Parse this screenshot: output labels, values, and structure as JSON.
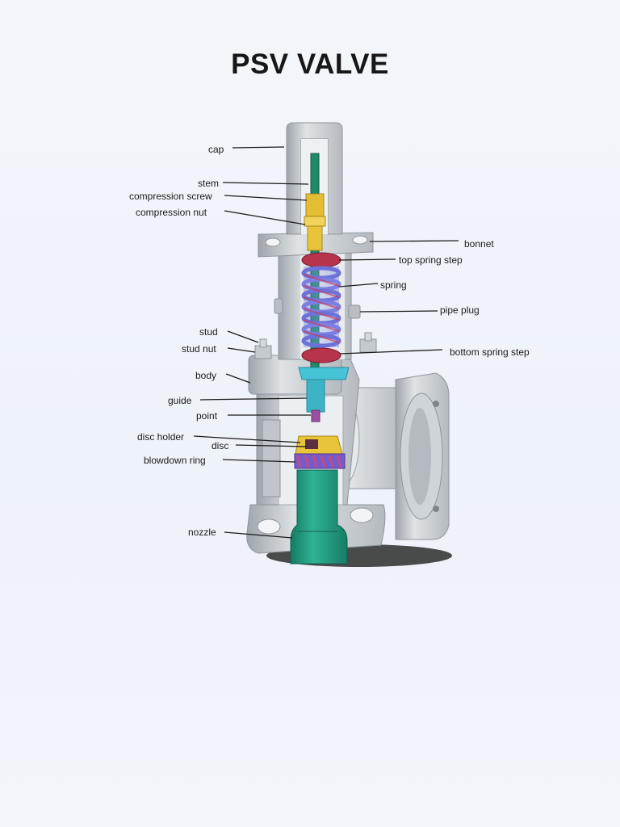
{
  "title": "PSV VALVE",
  "labels": {
    "cap": "cap",
    "stem": "stem",
    "compression_screw": "compression screw",
    "compression_nut": "compression nut",
    "bonnet": "bonnet",
    "top_spring_step": "top spring step",
    "spring": "spring",
    "pipe_plug": "pipe plug",
    "stud": "stud",
    "stud_nut": "stud nut",
    "bottom_spring_step": "bottom spring step",
    "body": "body",
    "guide": "guide",
    "point": "point",
    "disc_holder": "disc holder",
    "disc": "disc",
    "blowdown_ring": "blowdown ring",
    "nozzle": "nozzle"
  },
  "colors": {
    "body_gray": "#c9ced3",
    "stem_green": "#1d8a6a",
    "yellow": "#e8c43a",
    "spring_red": "#b8344d",
    "spring_blue": "#7f86e0",
    "guide_cyan": "#46c3d6",
    "nozzle_green": "#1f9b80"
  }
}
